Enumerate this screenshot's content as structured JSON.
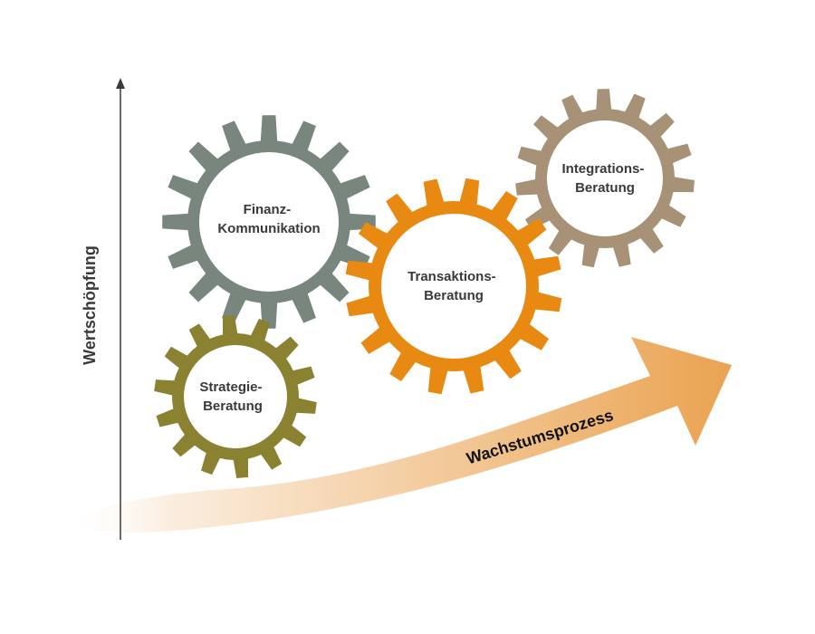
{
  "axis": {
    "y_label": "Wertschöpfung"
  },
  "growth_arrow": {
    "label": "Wachstumsprozess",
    "color_start": "#fbeee0",
    "color_end": "#eaa351"
  },
  "gears": [
    {
      "id": "finanz",
      "line1": "Finanz-",
      "line2": "Kommunikation",
      "color": "#78867e"
    },
    {
      "id": "transaktion",
      "line1": "Transaktions-",
      "line2": "Beratung",
      "color": "#e88a12"
    },
    {
      "id": "integration",
      "line1": "Integrations-",
      "line2": "Beratung",
      "color": "#a89277"
    },
    {
      "id": "strategie",
      "line1": "Strategie-",
      "line2": "Beratung",
      "color": "#8a8231"
    }
  ]
}
